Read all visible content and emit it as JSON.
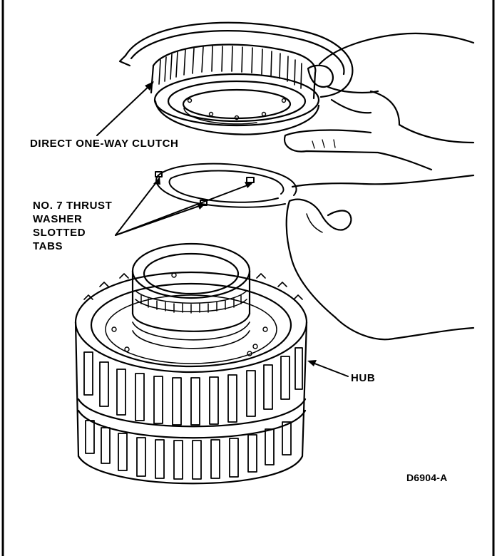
{
  "labels": {
    "direct_clutch": "DIRECT ONE-WAY CLUTCH",
    "thrust_washer": [
      "NO. 7 THRUST",
      "WASHER",
      "SLOTTED",
      "TABS"
    ],
    "hub": "HUB",
    "figure_code": "D6904-A"
  },
  "colors": {
    "ink": "#000000",
    "paper": "#ffffff"
  }
}
